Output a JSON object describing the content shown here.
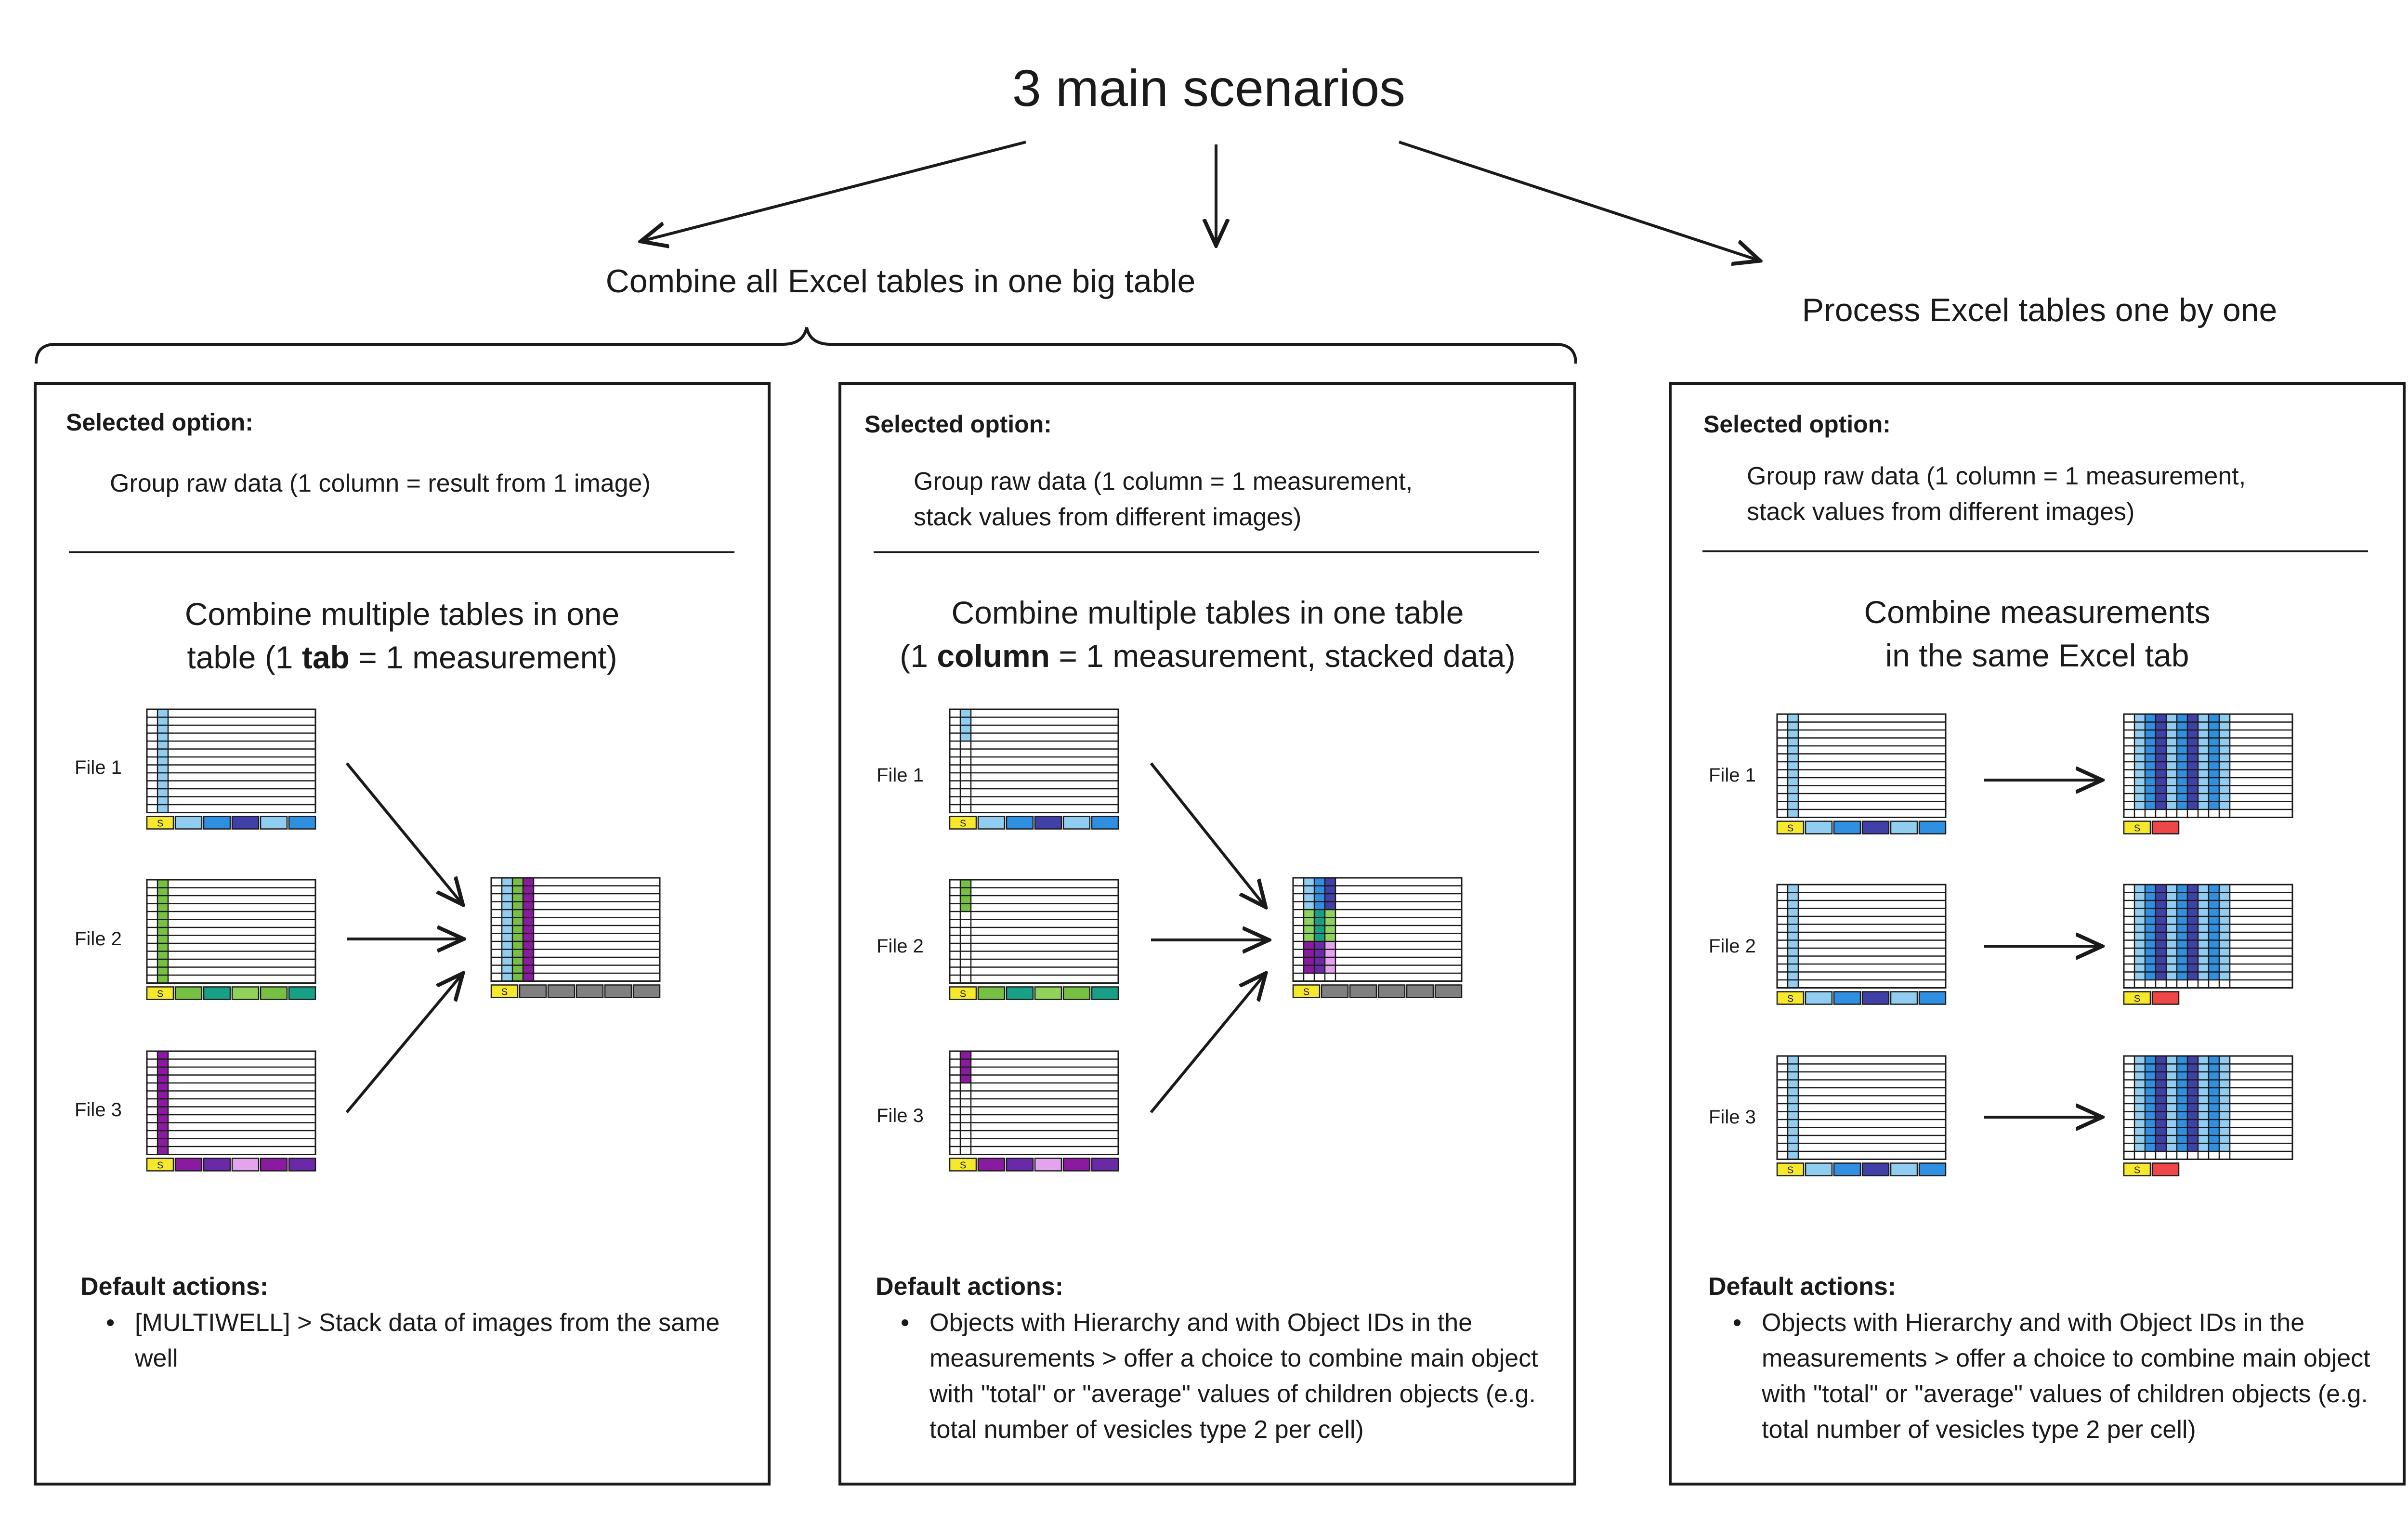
{
  "title": "3 main scenarios",
  "groups": {
    "combine": "Combine all Excel tables in one big table",
    "process": "Process Excel tables one by one"
  },
  "panels": [
    {
      "selected_label": "Selected option:",
      "option_text": "Group raw data (1 column = result from 1 image)",
      "heading_line1": "Combine multiple tables in one",
      "heading_pre": "table (1 ",
      "heading_bold": "tab",
      "heading_post": " = 1 measurement)",
      "files": [
        "File 1",
        "File 2",
        "File 3"
      ],
      "default_actions_title": "Default actions:",
      "default_actions": [
        "[MULTIWELL] > Stack data of images from the same well"
      ]
    },
    {
      "selected_label": "Selected option:",
      "option_text": "Group raw data (1 column = 1 measurement,\nstack values from different images)",
      "heading_line1": "Combine multiple tables in one table",
      "heading_pre": "(1 ",
      "heading_bold": "column",
      "heading_post": " = 1 measurement, stacked data)",
      "files": [
        "File 1",
        "File 2",
        "File 3"
      ],
      "default_actions_title": "Default actions:",
      "default_actions": [
        "Objects with Hierarchy and with Object IDs in the measurements > offer a choice to combine main object with \"total\" or \"average\" values of children objects (e.g. total number of vesicles type 2 per cell)"
      ]
    },
    {
      "selected_label": "Selected option:",
      "option_text": "Group raw data (1 column = 1 measurement,\nstack values from different images)",
      "heading": "Combine measurements\nin the same Excel tab",
      "files": [
        "File 1",
        "File 2",
        "File 3"
      ],
      "default_actions_title": "Default actions:",
      "default_actions": [
        "Objects with Hierarchy and with Object IDs in the measurements > offer a choice to combine main object with \"total\" or \"average\" values of children objects (e.g. total number of vesicles type 2 per cell)"
      ]
    }
  ],
  "sheet_tab_letter": "S",
  "colors": {
    "light_blue": "#90cdf0",
    "blue": "#2f8fe0",
    "dark_blue": "#4040a8",
    "light_green": "#8fd35c",
    "green": "#76c043",
    "teal": "#17a085",
    "purple": "#8a1aa0",
    "violet": "#6a2aa8",
    "pink": "#e3a3ef",
    "yellow": "#f6e82a",
    "red": "#ef4747",
    "gray": "#808080"
  }
}
